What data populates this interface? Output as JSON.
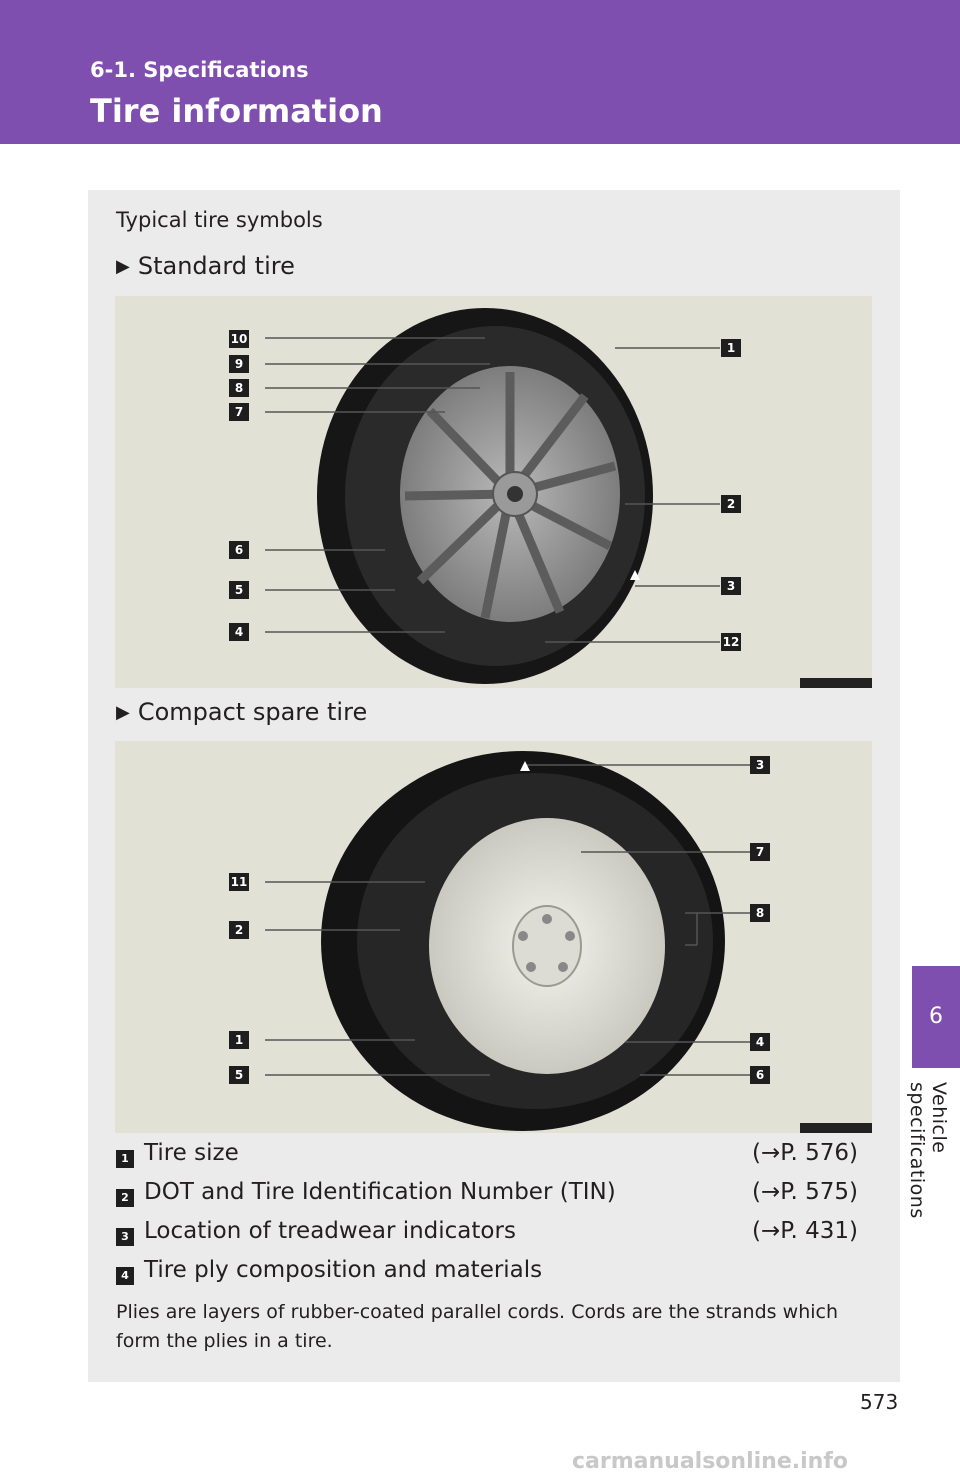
{
  "header": {
    "section": "6-1. Specifications",
    "title": "Tire information"
  },
  "side_tab": {
    "number": "6",
    "label": "Vehicle specifications"
  },
  "panel": {
    "heading": "Typical tire symbols",
    "standard": {
      "title": "Standard tire",
      "callouts_left": [
        "10",
        "9",
        "8",
        "7",
        "6",
        "5",
        "4"
      ],
      "callouts_right": [
        "1",
        "2",
        "3",
        "12"
      ]
    },
    "compact": {
      "title": "Compact spare tire",
      "callouts_left": [
        "11",
        "2",
        "1",
        "5"
      ],
      "callouts_right": [
        "3",
        "7",
        "8",
        "4",
        "6"
      ]
    },
    "items": [
      {
        "num": "1",
        "label": "Tire size",
        "ref": "(→P. 576)"
      },
      {
        "num": "2",
        "label": "DOT and Tire Identification Number (TIN)",
        "ref": "(→P. 575)"
      },
      {
        "num": "3",
        "label": "Location of treadwear indicators",
        "ref": "(→P. 431)"
      },
      {
        "num": "4",
        "label": "Tire ply composition and materials",
        "ref": ""
      }
    ],
    "item4_description": "Plies are layers of rubber-coated parallel cords. Cords are the strands which form the plies in a tire."
  },
  "page_number": "573",
  "watermark": "carmanualsonline.info",
  "colors": {
    "accent": "#7f4fb0",
    "panel": "#ebebeb",
    "figure_bg": "#e1e1d5"
  }
}
